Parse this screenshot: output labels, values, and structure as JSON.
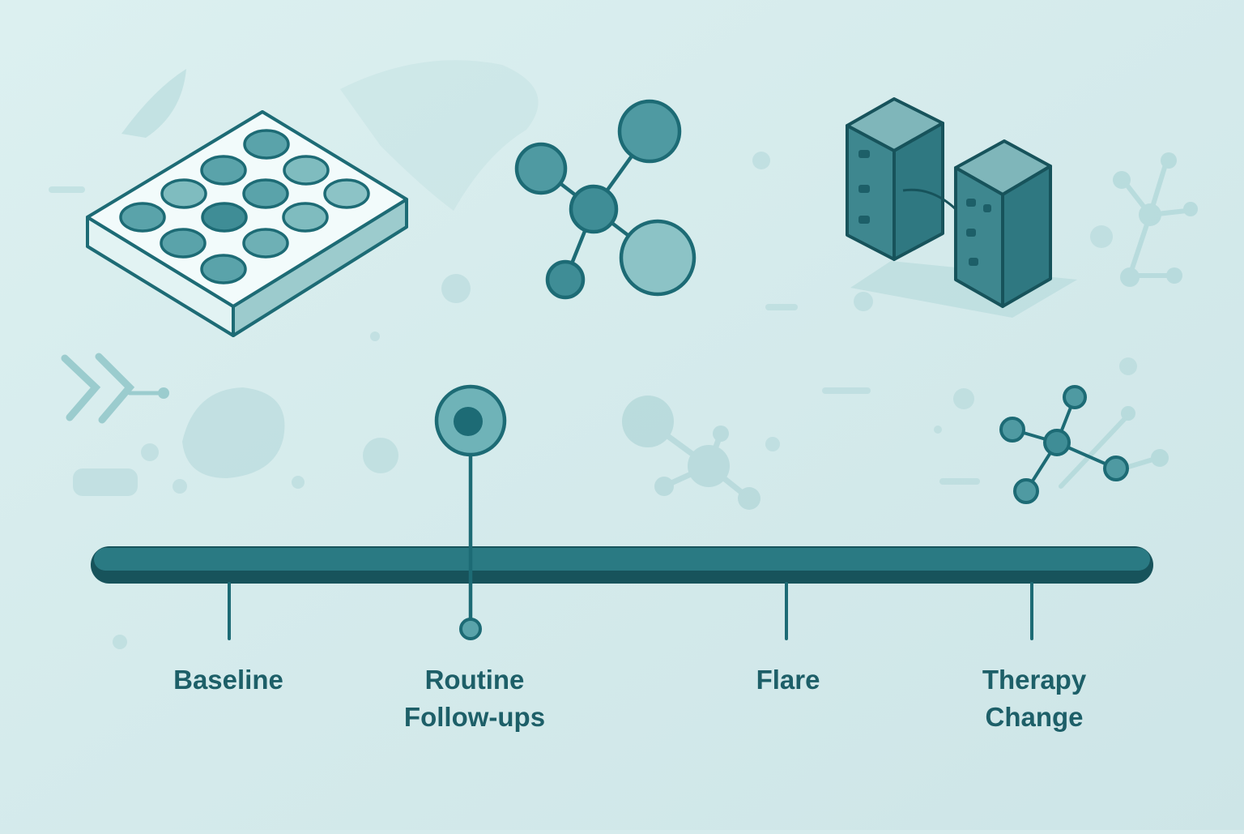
{
  "colors": {
    "background_start": "#dcf0f0",
    "background_end": "#cfe6e8",
    "primary": "#1d6b75",
    "primary_dark": "#17535b",
    "fill_mid": "#4f9aa2",
    "fill_light": "#8cc3c6",
    "plate_top": "#f2fbfb",
    "label": "#1d5f68"
  },
  "icons": [
    "well-plate-icon",
    "molecule-icon",
    "server-icon",
    "molecule-small-icon"
  ],
  "timeline": {
    "milestones": [
      {
        "label_line1": "Baseline",
        "label_line2": ""
      },
      {
        "label_line1": "Routine",
        "label_line2": "Follow-ups"
      },
      {
        "label_line1": "Flare",
        "label_line2": ""
      },
      {
        "label_line1": "Therapy",
        "label_line2": "Change"
      }
    ]
  }
}
